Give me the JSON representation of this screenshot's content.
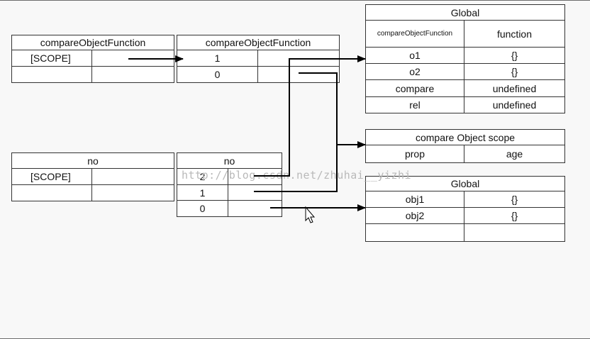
{
  "diagram": {
    "watermark": "http://blog.csdn.net/zhuhai__yizhi",
    "tables": {
      "cof_scope": {
        "title": "compareObjectFunction",
        "rows": [
          [
            "[SCOPE]",
            ""
          ],
          [
            "",
            ""
          ]
        ]
      },
      "cof_chain": {
        "title": "compareObjectFunction",
        "rows": [
          [
            "1",
            ""
          ],
          [
            "0",
            ""
          ]
        ]
      },
      "global_top": {
        "title": "Global",
        "rows": [
          [
            "compareObjectFunction",
            "function"
          ],
          [
            "o1",
            "{}"
          ],
          [
            "o2",
            "{}"
          ],
          [
            "compare",
            "undefined"
          ],
          [
            "rel",
            "undefined"
          ]
        ]
      },
      "compare_scope": {
        "title": "compare Object scope",
        "rows": [
          [
            "prop",
            "age"
          ]
        ]
      },
      "no_scope": {
        "title": "no",
        "rows": [
          [
            "[SCOPE]",
            ""
          ],
          [
            "",
            ""
          ]
        ]
      },
      "no_chain": {
        "title": "no",
        "rows": [
          [
            "2",
            ""
          ],
          [
            "1",
            ""
          ],
          [
            "0",
            ""
          ]
        ]
      },
      "global_bottom": {
        "title": "Global",
        "rows": [
          [
            "obj1",
            "{}"
          ],
          [
            "obj2",
            "{}"
          ],
          [
            "",
            ""
          ]
        ]
      }
    }
  }
}
